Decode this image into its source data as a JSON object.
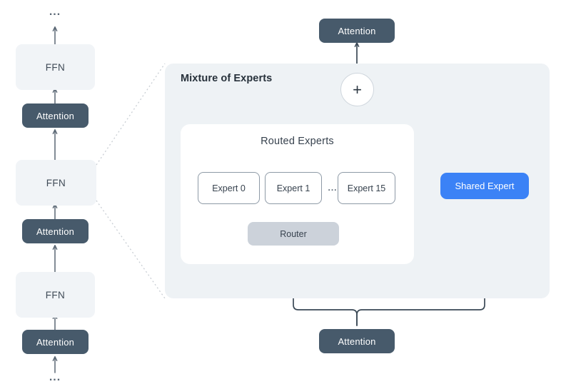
{
  "diagram": {
    "title_panel": "Mixture of Experts",
    "subpanel_title": "Routed Experts",
    "colors": {
      "attention_fill": "#475a6b",
      "ffn_fill": "#f1f4f7",
      "panel_fill": "#eef2f5",
      "card_fill": "#ffffff",
      "router_fill": "#ccd2da",
      "shared_expert_fill": "#3b82f6",
      "wire_stroke": "#3a4855",
      "dotted_stroke": "#c9ced4",
      "text_dark": "#37424e",
      "text_light": "#ffffff"
    }
  },
  "left_stack": {
    "top_ellipsis": "...",
    "bottom_ellipsis": "...",
    "blocks": [
      {
        "label": "FFN",
        "type": "ffn"
      },
      {
        "label": "Attention",
        "type": "attn"
      },
      {
        "label": "FFN",
        "type": "ffn"
      },
      {
        "label": "Attention",
        "type": "attn"
      },
      {
        "label": "FFN",
        "type": "ffn"
      },
      {
        "label": "Attention",
        "type": "attn"
      }
    ]
  },
  "moe": {
    "output_attention": "Attention",
    "input_attention": "Attention",
    "sum_symbol": "+",
    "routed_experts": [
      {
        "label": "Expert 0"
      },
      {
        "label": "Expert 1"
      },
      {
        "label": "Expert 15"
      }
    ],
    "expert_ellipsis": "...",
    "router": "Router",
    "shared_expert": "Shared Expert"
  }
}
